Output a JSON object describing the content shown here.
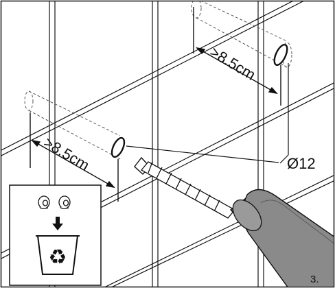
{
  "step": {
    "number": "3."
  },
  "dimensions": {
    "upper_distance": ">8.5cm",
    "lower_distance": ">8.5cm",
    "hole_diameter": "Ø12"
  },
  "icons": {
    "recycle_box": "recycle-bin-icon",
    "wall_plugs": "wall-plug-icon",
    "drill": "drill-icon"
  },
  "colors": {
    "line": "#111111",
    "drill_body": "#8a8a8a",
    "drill_dark": "#555555",
    "background": "#ffffff"
  }
}
